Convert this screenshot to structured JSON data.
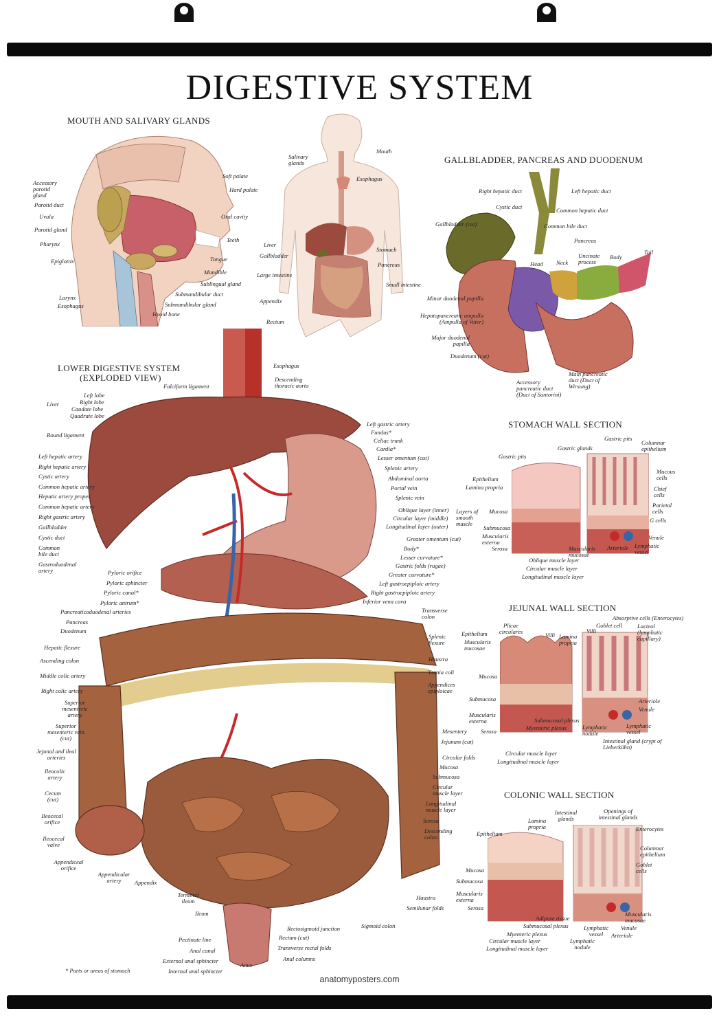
{
  "title": "DIGESTIVE SYSTEM",
  "footer": "anatomyposters.com",
  "footnote": "* Parts or areas of stomach",
  "sections": {
    "mouth": "MOUTH AND SALIVARY GLANDS",
    "gallbladder": "GALLBLADDER, PANCREAS AND DUODENUM",
    "lower": "LOWER DIGESTIVE SYSTEM",
    "lower_sub": "(EXPLODED VIEW)",
    "stomach_wall": "STOMACH WALL SECTION",
    "jejunal_wall": "JEJUNAL WALL SECTION",
    "colonic_wall": "COLONIC WALL SECTION"
  },
  "labels": {
    "mouth": [
      "Accessory parotid gland",
      "Parotid duct",
      "Uvula",
      "Parotid gland",
      "Pharynx",
      "Epiglottis",
      "Larynx",
      "Esophagus",
      "Soft palate",
      "Hard palate",
      "Oral cavity",
      "Teeth",
      "Tongue",
      "Mandible",
      "Sublingual gland",
      "Submandibular duct",
      "Submandibular gland",
      "Hyoid bone"
    ],
    "overview": [
      "Salivary glands",
      "Mouth",
      "Esophagus",
      "Liver",
      "Gallbladder",
      "Large intestine",
      "Appendix",
      "Rectum",
      "Stomach",
      "Pancreas",
      "Small intestine"
    ],
    "gallbladder": [
      "Right hepatic duct",
      "Left hepatic duct",
      "Cystic duct",
      "Common hepatic duct",
      "Common bile duct",
      "Gallbladder (cut)",
      "Pancreas",
      "Uncinate process",
      "Head",
      "Neck",
      "Body",
      "Tail",
      "Minor duodenal papilla",
      "Hepatopancreatic ampulla (Ampulla of Vater)",
      "Major duodenal papilla",
      "Duodenum (cut)",
      "Accessory pancreatic duct (Duct of Santorini)",
      "Main pancreatic duct (Duct of Wirsung)"
    ],
    "lower_left": [
      "Falciform ligament",
      "Liver",
      "Left lobe",
      "Right lobe",
      "Caudate lobe",
      "Quadrate lobe",
      "Round ligament",
      "Left hepatic artery",
      "Right hepatic artery",
      "Cystic artery",
      "Common hepatic artery",
      "Hepatic artery proper",
      "Common hepatic artery",
      "Right gastric artery",
      "Gallbladder",
      "Cystic duct",
      "Common bile duct",
      "Gastroduodenal artery",
      "Pyloric orifice",
      "Pyloric sphincter",
      "Pyloric canal*",
      "Pyloric antrum*",
      "Pancreaticoduodenal arteries",
      "Pancreas",
      "Duodenum",
      "Hepatic flexure",
      "Ascending colon",
      "Middle colic artery",
      "Right colic artery",
      "Superior mesenteric artery",
      "Superior mesenteric vein (cut)",
      "Jejunal and ileal arteries",
      "Ileocolic artery",
      "Cecum (cut)",
      "Ileocecal orifice",
      "Ileocecal valve",
      "Appendiceal orifice",
      "Appendicular artery",
      "Appendix",
      "Terminal ileum",
      "Ileum",
      "Pectinate line",
      "Anal canal",
      "External anal sphincter",
      "Internal anal sphincter",
      "Anus",
      "Anal columns",
      "Transverse rectal folds",
      "Rectum (cut)",
      "Rectosigmoid junction"
    ],
    "lower_right": [
      "Esophagus",
      "Descending thoracic aorta",
      "Left gastric artery",
      "Fundus*",
      "Celiac trunk",
      "Cardia*",
      "Lesser omentum (cut)",
      "Splenic artery",
      "Abdominal aorta",
      "Portal vein",
      "Splenic vein",
      "Oblique layer (inner)",
      "Circular layer (middle)",
      "Longitudinal layer (outer)",
      "Layers of smooth muscle",
      "Greater omentum (cut)",
      "Body*",
      "Lesser curvature*",
      "Gastric folds (rugae)",
      "Greater curvature*",
      "Left gastroepiploic artery",
      "Right gastroepiploic artery",
      "Inferior vena cava",
      "Transverse colon",
      "Splenic flexure",
      "Haustra",
      "Taenia coli",
      "Appendices epiploicae",
      "Mesentery",
      "Jejunum (cut)",
      "Circular folds",
      "Mucosa",
      "Submucosa",
      "Circular muscle layer",
      "Longitudinal muscle layer",
      "Serosa",
      "Descending colon",
      "Haustra",
      "Semilunar folds",
      "Sigmoid colon"
    ],
    "stomach_wall": [
      "Gastric pits",
      "Gastric pits",
      "Gastric glands",
      "Columnar epithelium",
      "Epithelium",
      "Lamina propria",
      "Mucous cells",
      "Chief cells",
      "Parietal cells",
      "G cells",
      "Mucosa",
      "Submucosa",
      "Muscularis externa",
      "Serosa",
      "Muscularis mucosae",
      "Arteriole",
      "Lymphatic vessel",
      "Venule",
      "Oblique muscle layer",
      "Circular muscle layer",
      "Longitudinal muscle layer"
    ],
    "jejunal_wall": [
      "Plicae circulares",
      "Epithelium",
      "Muscularis mucosae",
      "Villi",
      "Lamina propria",
      "Villi",
      "Goblet cell",
      "Absorptive cells (Enterocytes)",
      "Lacteol (lymphatic capillary)",
      "Mucosa",
      "Submucosa",
      "Muscularis externa",
      "Serosa",
      "Arteriole",
      "Venule",
      "Lymphatic nodule",
      "Lymphatic vessel",
      "Submucosal plexus",
      "Myenteric plexus",
      "Intestinal gland (crypt of Lieberkühn)",
      "Circular muscle layer",
      "Longitudinal muscle layer"
    ],
    "colonic_wall": [
      "Lamina propria",
      "Intestinal glands",
      "Openings of intestinal glands",
      "Enterocytes",
      "Epithelium",
      "Columnar epithelium",
      "Goblet cells",
      "Mucosa",
      "Submucosa",
      "Muscularis externa",
      "Serosa",
      "Adipose tissue",
      "Submucosal plexus",
      "Myenteric plexus",
      "Circular muscle layer",
      "Longitudinal muscle layer",
      "Lymphatic vessel",
      "Lymphatic nodule",
      "Muscularis mucosae",
      "Venule",
      "Arteriole"
    ]
  },
  "colors": {
    "background": "#ffffff",
    "rail": "#0a0a0a",
    "tissue": "#c98a78",
    "liver": "#9c4a3e",
    "intestine": "#a4623f",
    "colon_fat": "#e2cc8e",
    "artery": "#c42a2a",
    "vein": "#3a64a8",
    "pancreas_head": "#7a5aa8",
    "pancreas_neck": "#d0a23c",
    "pancreas_body": "#8aac3e",
    "pancreas_tail": "#d0546a",
    "gallbladder": "#6a6a2a"
  }
}
